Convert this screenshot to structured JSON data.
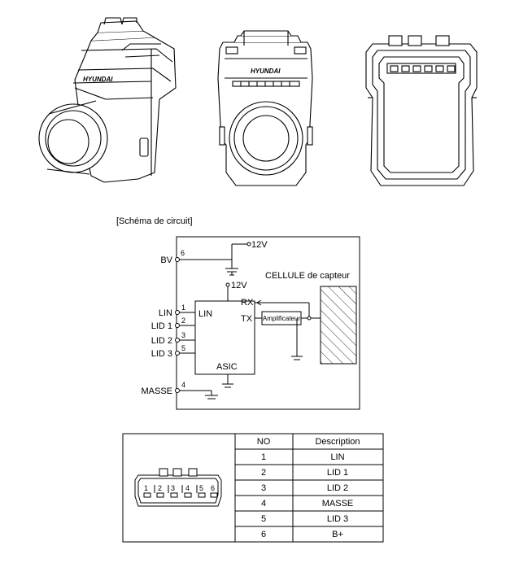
{
  "circuit": {
    "title": "[Schéma de circuit]",
    "supply_top": "12V",
    "supply_asic": "12V",
    "cell_label": "CELLULE de capteur",
    "asic_label": "ASIC",
    "lin_internal": "LIN",
    "rx": "RX",
    "tx": "TX",
    "amplifier": "Amplificateur",
    "pins": [
      {
        "name": "BV",
        "num": "6"
      },
      {
        "name": "LIN",
        "num": "1"
      },
      {
        "name": "LID 1",
        "num": "2"
      },
      {
        "name": "LID 2",
        "num": "3"
      },
      {
        "name": "LID 3",
        "num": "5"
      },
      {
        "name": "MASSE",
        "num": "4"
      }
    ]
  },
  "sensor_brand": "HYUNDAI",
  "pin_table": {
    "headers": [
      "NO",
      "Description"
    ],
    "rows": [
      {
        "no": "1",
        "desc": "LIN"
      },
      {
        "no": "2",
        "desc": "LID 1"
      },
      {
        "no": "3",
        "desc": "LID 2"
      },
      {
        "no": "4",
        "desc": "MASSE"
      },
      {
        "no": "5",
        "desc": "LID 3"
      },
      {
        "no": "6",
        "desc": "B+"
      }
    ]
  },
  "connector_pins": [
    "1",
    "2",
    "3",
    "4",
    "5",
    "6"
  ]
}
